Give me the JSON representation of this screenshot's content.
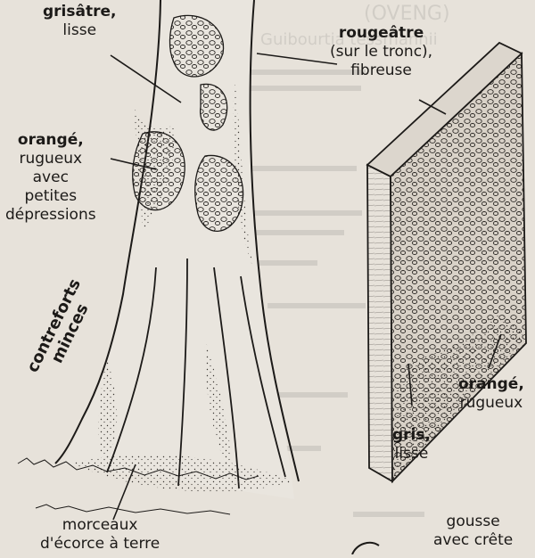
{
  "labels": {
    "grisatre": {
      "bold": "grisâtre,",
      "text": "lisse"
    },
    "rougeatre": {
      "bold": "rougeâtre",
      "line2": "(sur le tronc),",
      "line3": "fibreuse"
    },
    "orange_left": {
      "bold": "orangé,",
      "line2": "rugueux",
      "line3": "avec",
      "line4": "petites",
      "line5": "dépressions"
    },
    "contreforts": {
      "line1": "contreforts",
      "line2": "minces"
    },
    "orange_right": {
      "bold": "orangé,",
      "text": "rugueux"
    },
    "gris": {
      "bold": "gris,",
      "text": "lisse"
    },
    "morceaux": {
      "line1": "morceaux",
      "line2": "d'écorce à terre"
    },
    "gousse": {
      "line1": "gousse",
      "line2": "avec crête"
    }
  },
  "background_text": {
    "heading": "(OVENG)",
    "line": "Guibourtia tessmannii"
  },
  "colors": {
    "paper": "#e7e2da",
    "ink": "#1c1a18"
  }
}
